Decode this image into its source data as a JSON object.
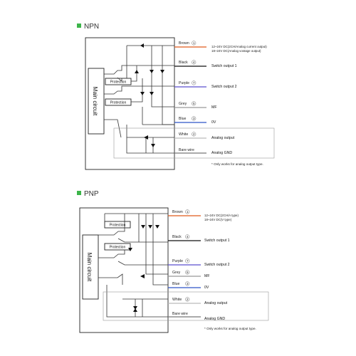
{
  "npn": {
    "title": "NPN",
    "main_label": "Main circuit",
    "protection_label": "Protection",
    "wires": [
      {
        "name": "Brown",
        "num": "1",
        "color": "#e05a1a",
        "desc1": "12~24V DC(2CH/Analog current output)",
        "desc2": "18~24V DC(Analog vostage output)"
      },
      {
        "name": "Black",
        "num": "4",
        "color": "#111111",
        "desc1": "Switch output 1"
      },
      {
        "name": "Purple",
        "num": "7",
        "color": "#5b4fcf",
        "desc1": "Switch output 2"
      },
      {
        "name": "Grey",
        "num": "5",
        "color": "#999999",
        "desc1": "MF"
      },
      {
        "name": "Blue",
        "num": "3",
        "color": "#2f55c8",
        "desc1": "0V"
      },
      {
        "name": "White",
        "num": "2",
        "color": "#bbbbbb",
        "desc1": "Analog output"
      },
      {
        "name": "Bare wire",
        "num": "",
        "color": "#777777",
        "desc1": "Analog GND"
      }
    ],
    "note": "* Only works for analog output type."
  },
  "pnp": {
    "title": "PNP",
    "main_label": "Main circuit",
    "protection_label": "Protection",
    "wires": [
      {
        "name": "Brown",
        "num": "1",
        "color": "#e05a1a",
        "desc1": "12~24V DC(2CH/A type)",
        "desc2": "18~24V DC(V type)"
      },
      {
        "name": "Black",
        "num": "4",
        "color": "#111111",
        "desc1": "Switch output 1"
      },
      {
        "name": "Purple",
        "num": "7",
        "color": "#5b4fcf",
        "desc1": "Switch output 2"
      },
      {
        "name": "Grey",
        "num": "5",
        "color": "#999999",
        "desc1": "MF"
      },
      {
        "name": "Blue",
        "num": "3",
        "color": "#2f55c8",
        "desc1": "0V"
      },
      {
        "name": "White",
        "num": "2",
        "color": "#bbbbbb",
        "desc1": "Analog output"
      },
      {
        "name": "Bare wire",
        "num": "",
        "color": "#777777",
        "desc1": "Analog GND"
      }
    ],
    "note": "* Only works for analog output type."
  }
}
